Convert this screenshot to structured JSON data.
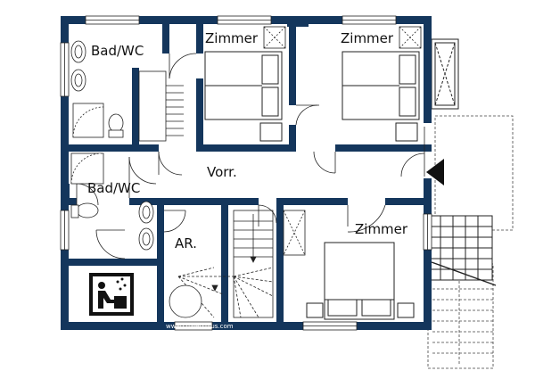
{
  "floorplan": {
    "rooms": {
      "bath_top": "Bad/WC",
      "bedroom_1": "Zimmer",
      "bedroom_2": "Zimmer",
      "hallway": "Vorr.",
      "bath_bottom": "Bad/WC",
      "storage": "AR.",
      "bedroom_3": "Zimmer"
    },
    "watermark": "www.chaletsplus.com",
    "colors": {
      "wall": "#14365c",
      "line": "#222222",
      "sauna_icon": "#111111"
    },
    "icons": [
      "sauna-icon",
      "entrance-arrow-icon"
    ]
  }
}
